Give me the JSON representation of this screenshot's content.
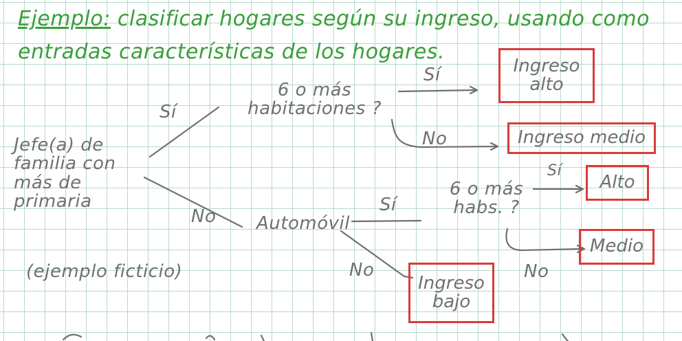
{
  "title": {
    "prefix": "Ejemplo:",
    "line1": "clasificar hogares según su ingreso, usando como",
    "line2": "entradas características de los hogares."
  },
  "root_question": "Jefe(a) de familia con más de primaria",
  "question_rooms": "6 o más habitaciones ?",
  "question_car": "Automóvil",
  "question_rooms_short": "6 o más habs. ?",
  "edge_labels": {
    "root_yes": "Sí",
    "root_no": "No",
    "rooms_yes": "Sí",
    "rooms_no": "No",
    "car_yes": "Sí",
    "car_no": "No",
    "rooms2_yes": "Sí",
    "rooms2_no": "No"
  },
  "leaves": {
    "ingreso_alto": "Ingreso alto",
    "ingreso_medio": "Ingreso medio",
    "alto": "Alto",
    "medio": "Medio",
    "ingreso_bajo": "Ingreso bajo"
  },
  "note": "(ejemplo ficticio)",
  "colors": {
    "title": "#3a9e3a",
    "ink": "#707070",
    "leaf_box": "#d93b3b",
    "grid": "#b9d8cc"
  }
}
